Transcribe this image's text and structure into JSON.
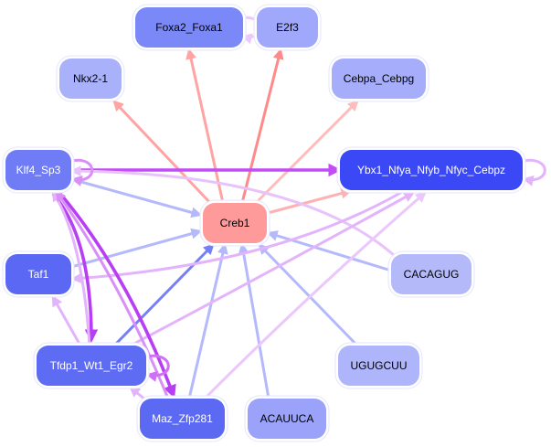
{
  "graph": {
    "nodes": [
      {
        "id": "Foxa2_Foxa1",
        "label": "Foxa2_Foxa1",
        "fill": "#7b88f7",
        "text_color": "#000000"
      },
      {
        "id": "E2f3",
        "label": "E2f3",
        "fill": "#a0a8fb",
        "text_color": "#000000"
      },
      {
        "id": "Nkx2-1",
        "label": "Nkx2-1",
        "fill": "#aab1fb",
        "text_color": "#000000"
      },
      {
        "id": "Cebpa_Cebpg",
        "label": "Cebpa_Cebpg",
        "fill": "#a6adfa",
        "text_color": "#000000"
      },
      {
        "id": "Klf4_Sp3",
        "label": "Klf4_Sp3",
        "fill": "#6f7cf6",
        "text_color": "#ffffff"
      },
      {
        "id": "Ybx1_Nfya_Nfyb_Nfyc_Cebpz",
        "label": "Ybx1_Nfya_Nfyb_Nfyc_Cebpz",
        "fill": "#3a48f5",
        "text_color": "#ffffff"
      },
      {
        "id": "Creb1",
        "label": "Creb1",
        "fill": "#ff9a9a",
        "text_color": "#000000"
      },
      {
        "id": "Taf1",
        "label": "Taf1",
        "fill": "#5a68f3",
        "text_color": "#ffffff"
      },
      {
        "id": "CACAGUG",
        "label": "CACAGUG",
        "fill": "#b4baf9",
        "text_color": "#000000"
      },
      {
        "id": "Tfdp1_Wt1_Egr2",
        "label": "Tfdp1_Wt1_Egr2",
        "fill": "#5d6cf3",
        "text_color": "#ffffff"
      },
      {
        "id": "UGUGCUU",
        "label": "UGUGCUU",
        "fill": "#afb5fa",
        "text_color": "#000000"
      },
      {
        "id": "Maz_Zfp281",
        "label": "Maz_Zfp281",
        "fill": "#5c6af3",
        "text_color": "#ffffff"
      },
      {
        "id": "ACAUUCA",
        "label": "ACAUUCA",
        "fill": "#9aa2f9",
        "text_color": "#000000"
      }
    ],
    "edges": [
      {
        "from": "Creb1",
        "to": "Foxa2_Foxa1",
        "color": "#ffa3a3"
      },
      {
        "from": "Creb1",
        "to": "E2f3",
        "color": "#ff8a8a"
      },
      {
        "from": "Creb1",
        "to": "Nkx2-1",
        "color": "#ffa3a3"
      },
      {
        "from": "Creb1",
        "to": "Cebpa_Cebpg",
        "color": "#ffbcbc"
      },
      {
        "from": "Creb1",
        "to": "Ybx1_Nfya_Nfyb_Nfyc_Cebpz",
        "color": "#ffb0b0"
      },
      {
        "from": "Klf4_Sp3",
        "to": "Creb1",
        "color": "#b3b9fb"
      },
      {
        "from": "Taf1",
        "to": "Creb1",
        "color": "#b3b9fb"
      },
      {
        "from": "Tfdp1_Wt1_Egr2",
        "to": "Creb1",
        "color": "#7580f6"
      },
      {
        "from": "Maz_Zfp281",
        "to": "Creb1",
        "color": "#b3b9fb"
      },
      {
        "from": "ACAUUCA",
        "to": "Creb1",
        "color": "#b3b9fb"
      },
      {
        "from": "UGUGCUU",
        "to": "Creb1",
        "color": "#b3b9fb"
      },
      {
        "from": "CACAGUG",
        "to": "Creb1",
        "color": "#b3b9fb"
      },
      {
        "from": "Klf4_Sp3",
        "to": "Ybx1_Nfya_Nfyb_Nfyc_Cebpz",
        "color": "#c24cf5"
      },
      {
        "from": "CACAGUG",
        "to": "Klf4_Sp3",
        "color": "#e8c2fb"
      },
      {
        "from": "Ybx1_Nfya_Nfyb_Nfyc_Cebpz",
        "to": "Taf1",
        "color": "#e3b4fb"
      },
      {
        "from": "Tfdp1_Wt1_Egr2",
        "to": "Ybx1_Nfya_Nfyb_Nfyc_Cebpz",
        "color": "#e3b4fb"
      },
      {
        "from": "Maz_Zfp281",
        "to": "Ybx1_Nfya_Nfyb_Nfyc_Cebpz",
        "color": "#ebc7fc"
      },
      {
        "from": "Tfdp1_Wt1_Egr2",
        "to": "Taf1",
        "color": "#e3b4fb"
      },
      {
        "from": "Klf4_Sp3",
        "to": "Tfdp1_Wt1_Egr2",
        "color": "#b83ef3"
      },
      {
        "from": "Tfdp1_Wt1_Egr2",
        "to": "Klf4_Sp3",
        "color": "#e3b4fb"
      },
      {
        "from": "Klf4_Sp3",
        "to": "Maz_Zfp281",
        "color": "#b83ef3"
      },
      {
        "from": "Maz_Zfp281",
        "to": "Klf4_Sp3",
        "color": "#d98ef8"
      },
      {
        "from": "Maz_Zfp281",
        "to": "Tfdp1_Wt1_Egr2",
        "color": "#e3b4fb"
      },
      {
        "from": "Foxa2_Foxa1",
        "to": "Foxa2_Foxa1",
        "color": "#ebc7fc"
      },
      {
        "from": "Klf4_Sp3",
        "to": "Klf4_Sp3",
        "color": "#d98ef8"
      },
      {
        "from": "Ybx1_Nfya_Nfyb_Nfyc_Cebpz",
        "to": "Ybx1_Nfya_Nfyb_Nfyc_Cebpz",
        "color": "#e3b4fb"
      },
      {
        "from": "Tfdp1_Wt1_Egr2",
        "to": "Tfdp1_Wt1_Egr2",
        "color": "#d070f7"
      }
    ]
  }
}
